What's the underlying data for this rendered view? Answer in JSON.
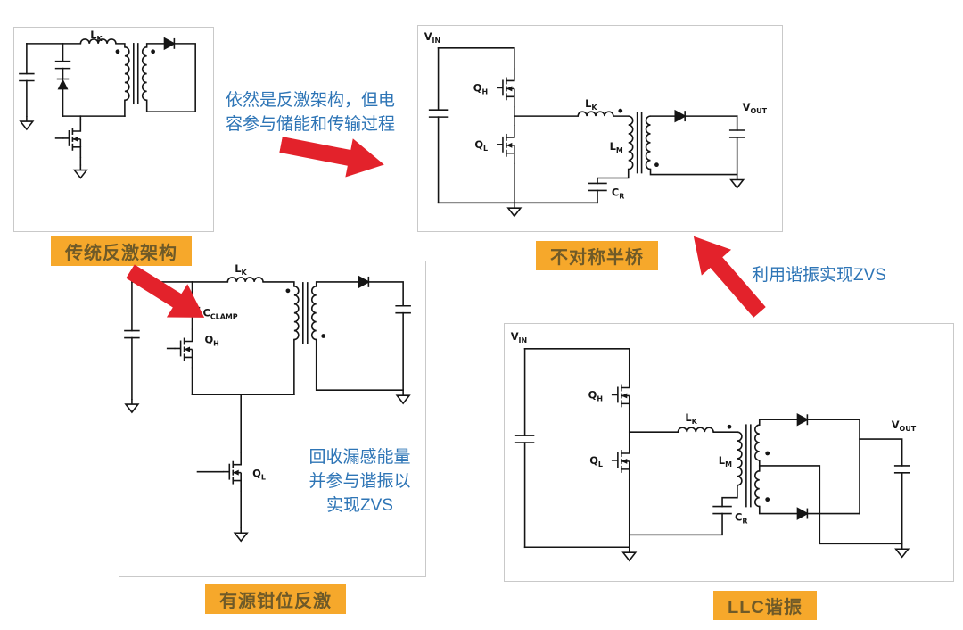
{
  "badges": {
    "traditional": "传统反激架构",
    "asymmetric": "不对称半桥",
    "active_clamp": "有源钳位反激",
    "llc": "LLC谐振"
  },
  "annotations": {
    "to_asymmetric": {
      "line1": "依然是反激架构，但电",
      "line2": "容参与储能和传输过程"
    },
    "active_clamp_note": {
      "line1": "回收漏感能量",
      "line2": "并参与谐振以",
      "line3": "实现ZVS"
    },
    "llc_to_asymmetric": "利用谐振实现ZVS"
  },
  "component_labels": {
    "lk": {
      "main": "L",
      "sub": "K"
    },
    "lm": {
      "main": "L",
      "sub": "M"
    },
    "cr": {
      "main": "C",
      "sub": "R"
    },
    "cclamp": {
      "main": "C",
      "sub": "CLAMP"
    },
    "vin": {
      "main": "V",
      "sub": "IN"
    },
    "vout": {
      "main": "V",
      "sub": "OUT"
    },
    "qh": {
      "main": "Q",
      "sub": "H"
    },
    "ql": {
      "main": "Q",
      "sub": "L"
    }
  },
  "colors": {
    "badge_bg": "#F6A82B",
    "badge_text": "#6F5A28",
    "annotation_blue": "#2E75B6",
    "arrow_red": "#E3222B",
    "circuit_stroke": "#151515",
    "panel_border": "#c9c9c9"
  }
}
